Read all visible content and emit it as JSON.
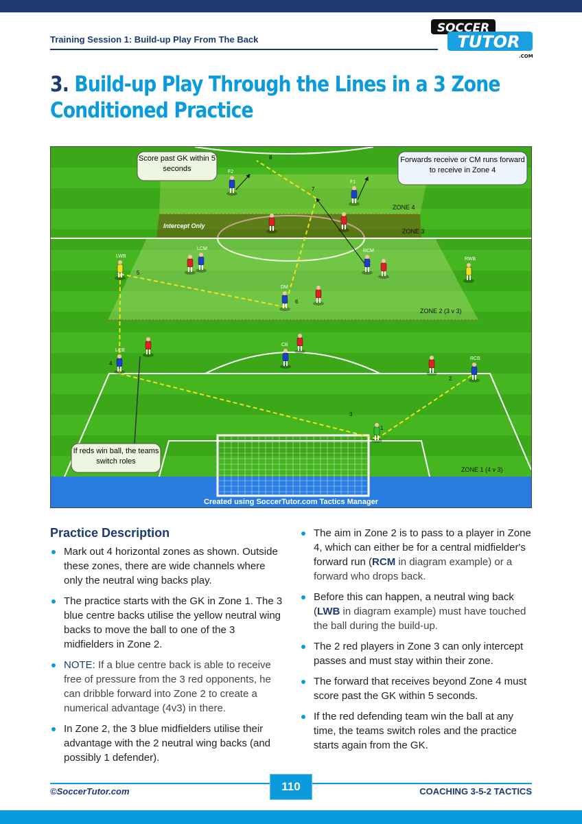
{
  "header": {
    "running_title": "Training Session 1: Build-up Play From The Back",
    "logo_top": "SOCCER",
    "logo_bottom": "TUTOR",
    "logo_suffix": ".COM"
  },
  "title": {
    "number": "3.",
    "text": "Build-up Play Through the Lines in a 3 Zone Conditioned Practice"
  },
  "diagram": {
    "zones": {
      "zone4": "ZONE 4",
      "zone3": "ZONE 3",
      "zone2": "ZONE 2 (3 v 3)",
      "zone1": "ZONE 1 (4 v 3)",
      "intercept": "Intercept Only"
    },
    "callouts": {
      "score": "Score past GK within 5 seconds",
      "forwards": "Forwards receive or CM runs forward to receive in Zone 4",
      "switch": "If reds win ball, the teams switch roles"
    },
    "players": {
      "f2": "F2",
      "f1": "F1",
      "lcm": "LCM",
      "rcm": "RCM",
      "lwb": "LWB",
      "rwb": "RWB",
      "dm": "DM",
      "lcb": "LCB",
      "cb": "CB",
      "rcb": "RCB"
    },
    "steps": [
      "1",
      "2",
      "3",
      "4",
      "5",
      "6",
      "7",
      "8"
    ],
    "credit": "Created using SoccerTutor.com Tactics Manager",
    "colors": {
      "blue": "#1a3fd0",
      "red": "#e02020",
      "yellow": "#f0e020",
      "gk": "#30c030"
    }
  },
  "description": {
    "heading": "Practice Description",
    "left": [
      "Mark out 4 horizontal zones as shown. Outside these zones, there are wide channels where only the neutral wing backs play.",
      "The practice starts with the GK in Zone 1. The 3 blue centre backs utilise the yellow neutral wing backs to move the ball to one of the 3 midfielders in Zone 2.",
      {
        "strong": "NOTE:",
        "text": " If a blue centre back is able to receive free of pressure from the 3 red opponents, he can dribble forward into Zone 2 to create a numerical advantage (4v3) in there."
      },
      "In Zone 2, the 3 blue midfielders utilise their advantage with the 2 neutral wing backs (and possibly 1 defender)."
    ],
    "right": [
      {
        "a": "The aim in Zone 2 is to pass to a player in Zone 4, which can either be for a central midfielder's forward run (",
        "strong": "RCM",
        "b": " in diagram example) or a forward who drops back."
      },
      {
        "a": "Before this can happen, a neutral wing back (",
        "strong": "LWB",
        "b": " in diagram example) must have touched the ball during the build-up."
      },
      "The 2 red players in Zone 3 can only intercept passes and must stay within their zone.",
      "The forward that receives beyond Zone 4 must score past the GK within 5 seconds.",
      "If the red defending team win the ball at any time, the teams switch roles and the practice starts again from the GK."
    ]
  },
  "footer": {
    "copyright": "©SoccerTutor.com",
    "page": "110",
    "book": "COACHING 3-5-2 TACTICS"
  }
}
